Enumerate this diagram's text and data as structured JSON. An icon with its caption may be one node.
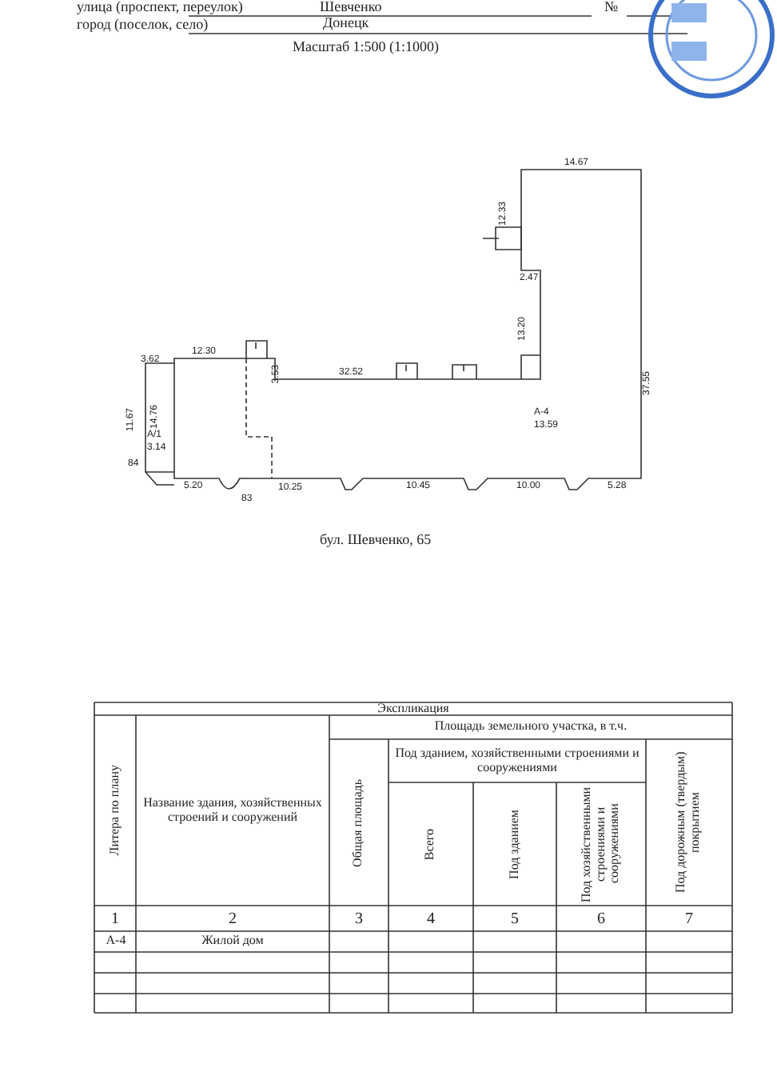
{
  "diagram": {
    "caption": "бул. Шевченко, 65",
    "labels": [
      "улица (проспект, переулок)",
      "Шевченко",
      "№",
      "город (поселок, село)",
      "Донецк",
      "Масштаб 1:500 (1:1000)",
      "14.67",
      "12.33",
      "2.47",
      "13.20",
      "37.55",
      "12.30",
      "3.53",
      "3.62",
      "32.52",
      "11.67",
      "14.76",
      "А/1",
      "3.14",
      "А-4",
      "13.59",
      "84",
      "5.20",
      "10.25",
      "10.45",
      "10.00",
      "5.28",
      "83",
      "Экспликация",
      "Литера по плану",
      "Название здания, хозяйственных строений и сооружений",
      "Площадь земельного участка, в т.ч.",
      "Под зданием, хозяйственными строениями и сооружениями",
      "Под дорожным (твердым) покрытием",
      "Общая площадь",
      "Всего",
      "Под зданием",
      "Под хозяйственными строениями и сооружениями",
      "1",
      "2",
      "3",
      "4",
      "5",
      "6",
      "7",
      "А-4",
      "Жилой дом"
    ]
  }
}
